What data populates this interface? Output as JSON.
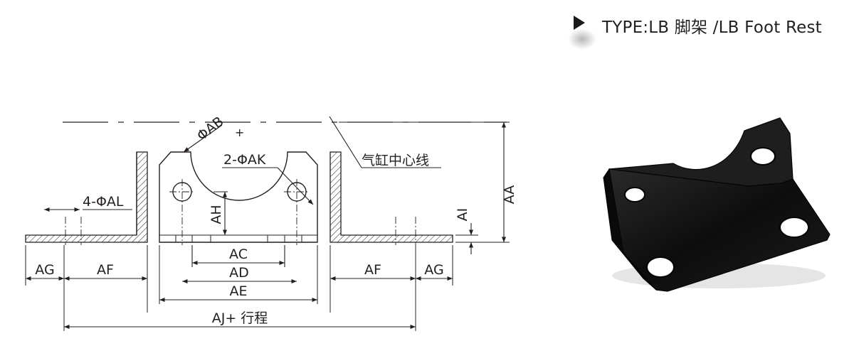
{
  "header": {
    "arrow_icon": "triangle-right-icon",
    "title": "TYPE:LB 脚架 /LB Foot Rest"
  },
  "labels": {
    "phi_ab": "ΦAB",
    "plus": "+",
    "two_phi_ak": "2-ΦAK",
    "four_phi_al": "4-ΦAL",
    "cylinder_centerline": "气缸中心线",
    "aa": "AA",
    "ai": "AI",
    "ah": "AH",
    "ac": "AC",
    "ad": "AD",
    "ae": "AE",
    "ag_left": "AG",
    "af_left": "AF",
    "af_right": "AF",
    "ag_right": "AG",
    "aj": "AJ+ 行程"
  },
  "colors": {
    "line": "#231f20",
    "bracket": "#111111"
  }
}
